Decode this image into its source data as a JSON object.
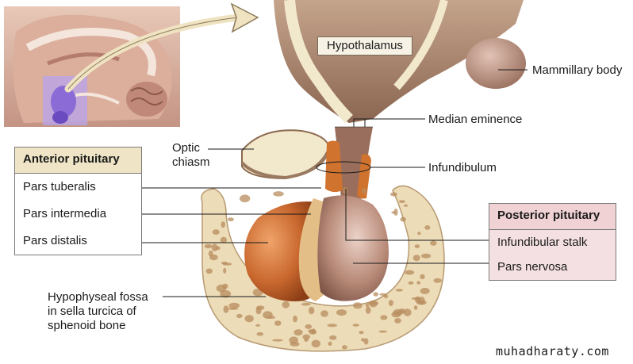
{
  "labels": {
    "hypothalamus": "Hypothalamus",
    "mammillary_body": "Mammillary body",
    "median_eminence": "Median eminence",
    "optic_chiasm_line1": "Optic",
    "optic_chiasm_line2": "chiasm",
    "infundibulum": "Infundibulum",
    "fossa_line1": "Hypophyseal fossa",
    "fossa_line2": "in sella turcica of",
    "fossa_line3": "sphenoid bone"
  },
  "anterior_pituitary": {
    "title": "Anterior pituitary",
    "items": [
      "Pars tuberalis",
      "Pars intermedia",
      "Pars distalis"
    ]
  },
  "posterior_pituitary": {
    "title": "Posterior pituitary",
    "items": [
      "Infundibular stalk",
      "Pars nervosa"
    ]
  },
  "watermark": "muhadharaty.com",
  "colors": {
    "anterior_header": "#efe5c6",
    "posterior_header": "#f0d2d4",
    "posterior_body": "#f4e0e2",
    "anterior_lobe": "#c8672e",
    "posterior_lobe": "#b07f6e",
    "bone": "#ecdcb8",
    "bone_spots": "#b88c5e",
    "brain_tissue": "#a8836f",
    "highlight": "#9a7fd0"
  }
}
